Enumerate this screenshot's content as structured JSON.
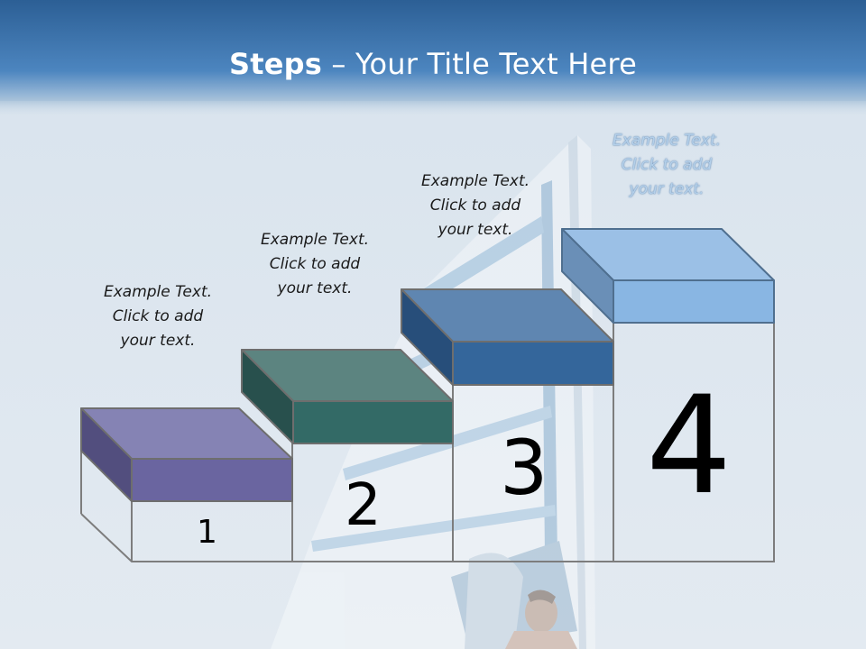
{
  "slide": {
    "title_bold": "Steps",
    "title_rest": " – Your Title Text Here"
  },
  "steps": [
    {
      "number": "1",
      "lines": [
        "Example Text.",
        "Click  to add",
        "your text."
      ],
      "color": "#6a65a0"
    },
    {
      "number": "2",
      "lines": [
        "Example Text.",
        "Click  to add",
        "your text."
      ],
      "color": "#336a66"
    },
    {
      "number": "3",
      "lines": [
        "Example Text.",
        "Click  to add",
        "your text."
      ],
      "color": "#34669b"
    },
    {
      "number": "4",
      "lines": [
        "Example Text.",
        "Click  to add",
        "your text."
      ],
      "color": "#89b6e3"
    }
  ]
}
